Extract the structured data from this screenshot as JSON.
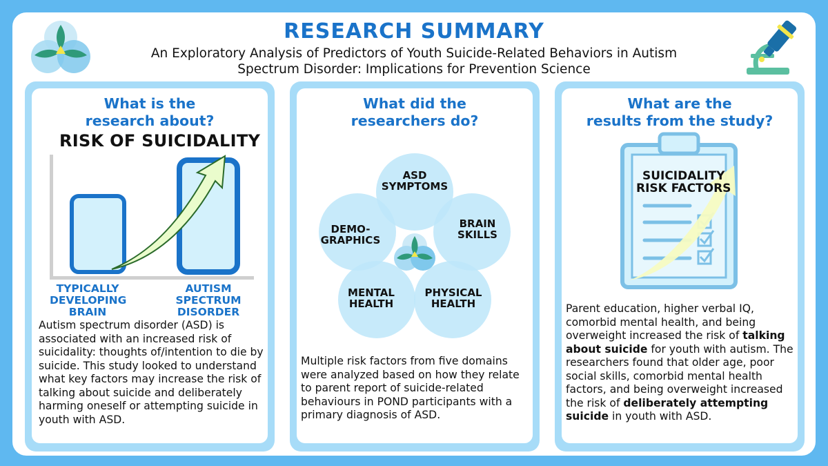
{
  "header": {
    "title": "RESEARCH SUMMARY",
    "subtitle_line1": "An Exploratory Analysis of Predictors of Youth Suicide-Related Behaviors in Autism",
    "subtitle_line2": "Spectrum Disorder: Implications for Prevention Science"
  },
  "panels": [
    {
      "heading_line1": "What is the",
      "heading_line2": "research about?",
      "chart_title": "RISK OF SUICIDALITY",
      "bar1_label": [
        "TYPICALLY",
        "DEVELOPING",
        "BRAIN"
      ],
      "bar2_label": [
        "AUTISM",
        "SPECTRUM",
        "DISORDER"
      ],
      "body": "Autism spectrum disorder (ASD) is associated with an increased risk of suicidality: thoughts of/intention to die by suicide. This study looked to understand what key factors may increase the risk of talking about suicide and deliberately harming oneself or attempting suicide in youth with ASD."
    },
    {
      "heading_line1": "What did the",
      "heading_line2": "researchers do?",
      "domains": {
        "asd": [
          "ASD",
          "SYMPTOMS"
        ],
        "brain": [
          "BRAIN",
          "SKILLS"
        ],
        "physical": [
          "PHYSICAL",
          "HEALTH"
        ],
        "mental": [
          "MENTAL",
          "HEALTH"
        ],
        "demo": [
          "DEMO-",
          "GRAPHICS"
        ]
      },
      "body": "Multiple risk factors from five domains were analyzed based on how they relate to parent report of suicide-related behaviours in POND participants with a primary diagnosis of ASD."
    },
    {
      "heading_line1": "What are the",
      "heading_line2": "results from the study?",
      "clipboard_title": [
        "SUICIDALITY",
        "RISK FACTORS"
      ],
      "body_a": "Parent education, higher verbal IQ, comorbid mental health, and being overweight increased the risk of ",
      "body_b": "talking about suicide",
      "body_c": " for youth with autism. The researchers found that older age, poor social skills, comorbid mental health factors, and being overweight increased the risk of ",
      "body_d": "deliberately attempting suicide",
      "body_e": " in youth with ASD."
    }
  ],
  "colors": {
    "background": "#5fb8f0",
    "accent_blue": "#1a73c9",
    "panel_border": "#a7dcf8",
    "light_fill": "#c9ecfb"
  }
}
